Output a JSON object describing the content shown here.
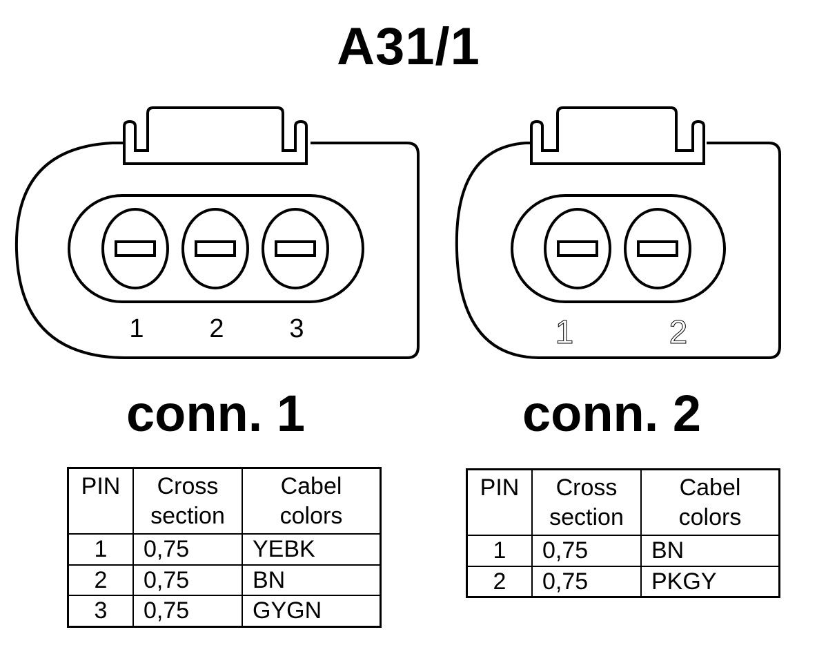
{
  "title": "A31/1",
  "connectors": [
    {
      "label": "conn. 1",
      "pin_numbers": [
        "1",
        "2",
        "3"
      ],
      "table": {
        "headers": [
          "PIN",
          "Cross section",
          "Cabel colors"
        ],
        "rows": [
          {
            "pin": "1",
            "cross": "0,75",
            "color": "YEBK"
          },
          {
            "pin": "2",
            "cross": "0,75",
            "color": "BN"
          },
          {
            "pin": "3",
            "cross": "0,75",
            "color": "GYGN"
          }
        ]
      }
    },
    {
      "label": "conn. 2",
      "pin_numbers": [
        "1",
        "2"
      ],
      "table": {
        "headers": [
          "PIN",
          "Cross section",
          "Cabel colors"
        ],
        "rows": [
          {
            "pin": "1",
            "cross": "0,75",
            "color": "BN"
          },
          {
            "pin": "2",
            "cross": "0,75",
            "color": "PKGY"
          }
        ]
      }
    }
  ]
}
